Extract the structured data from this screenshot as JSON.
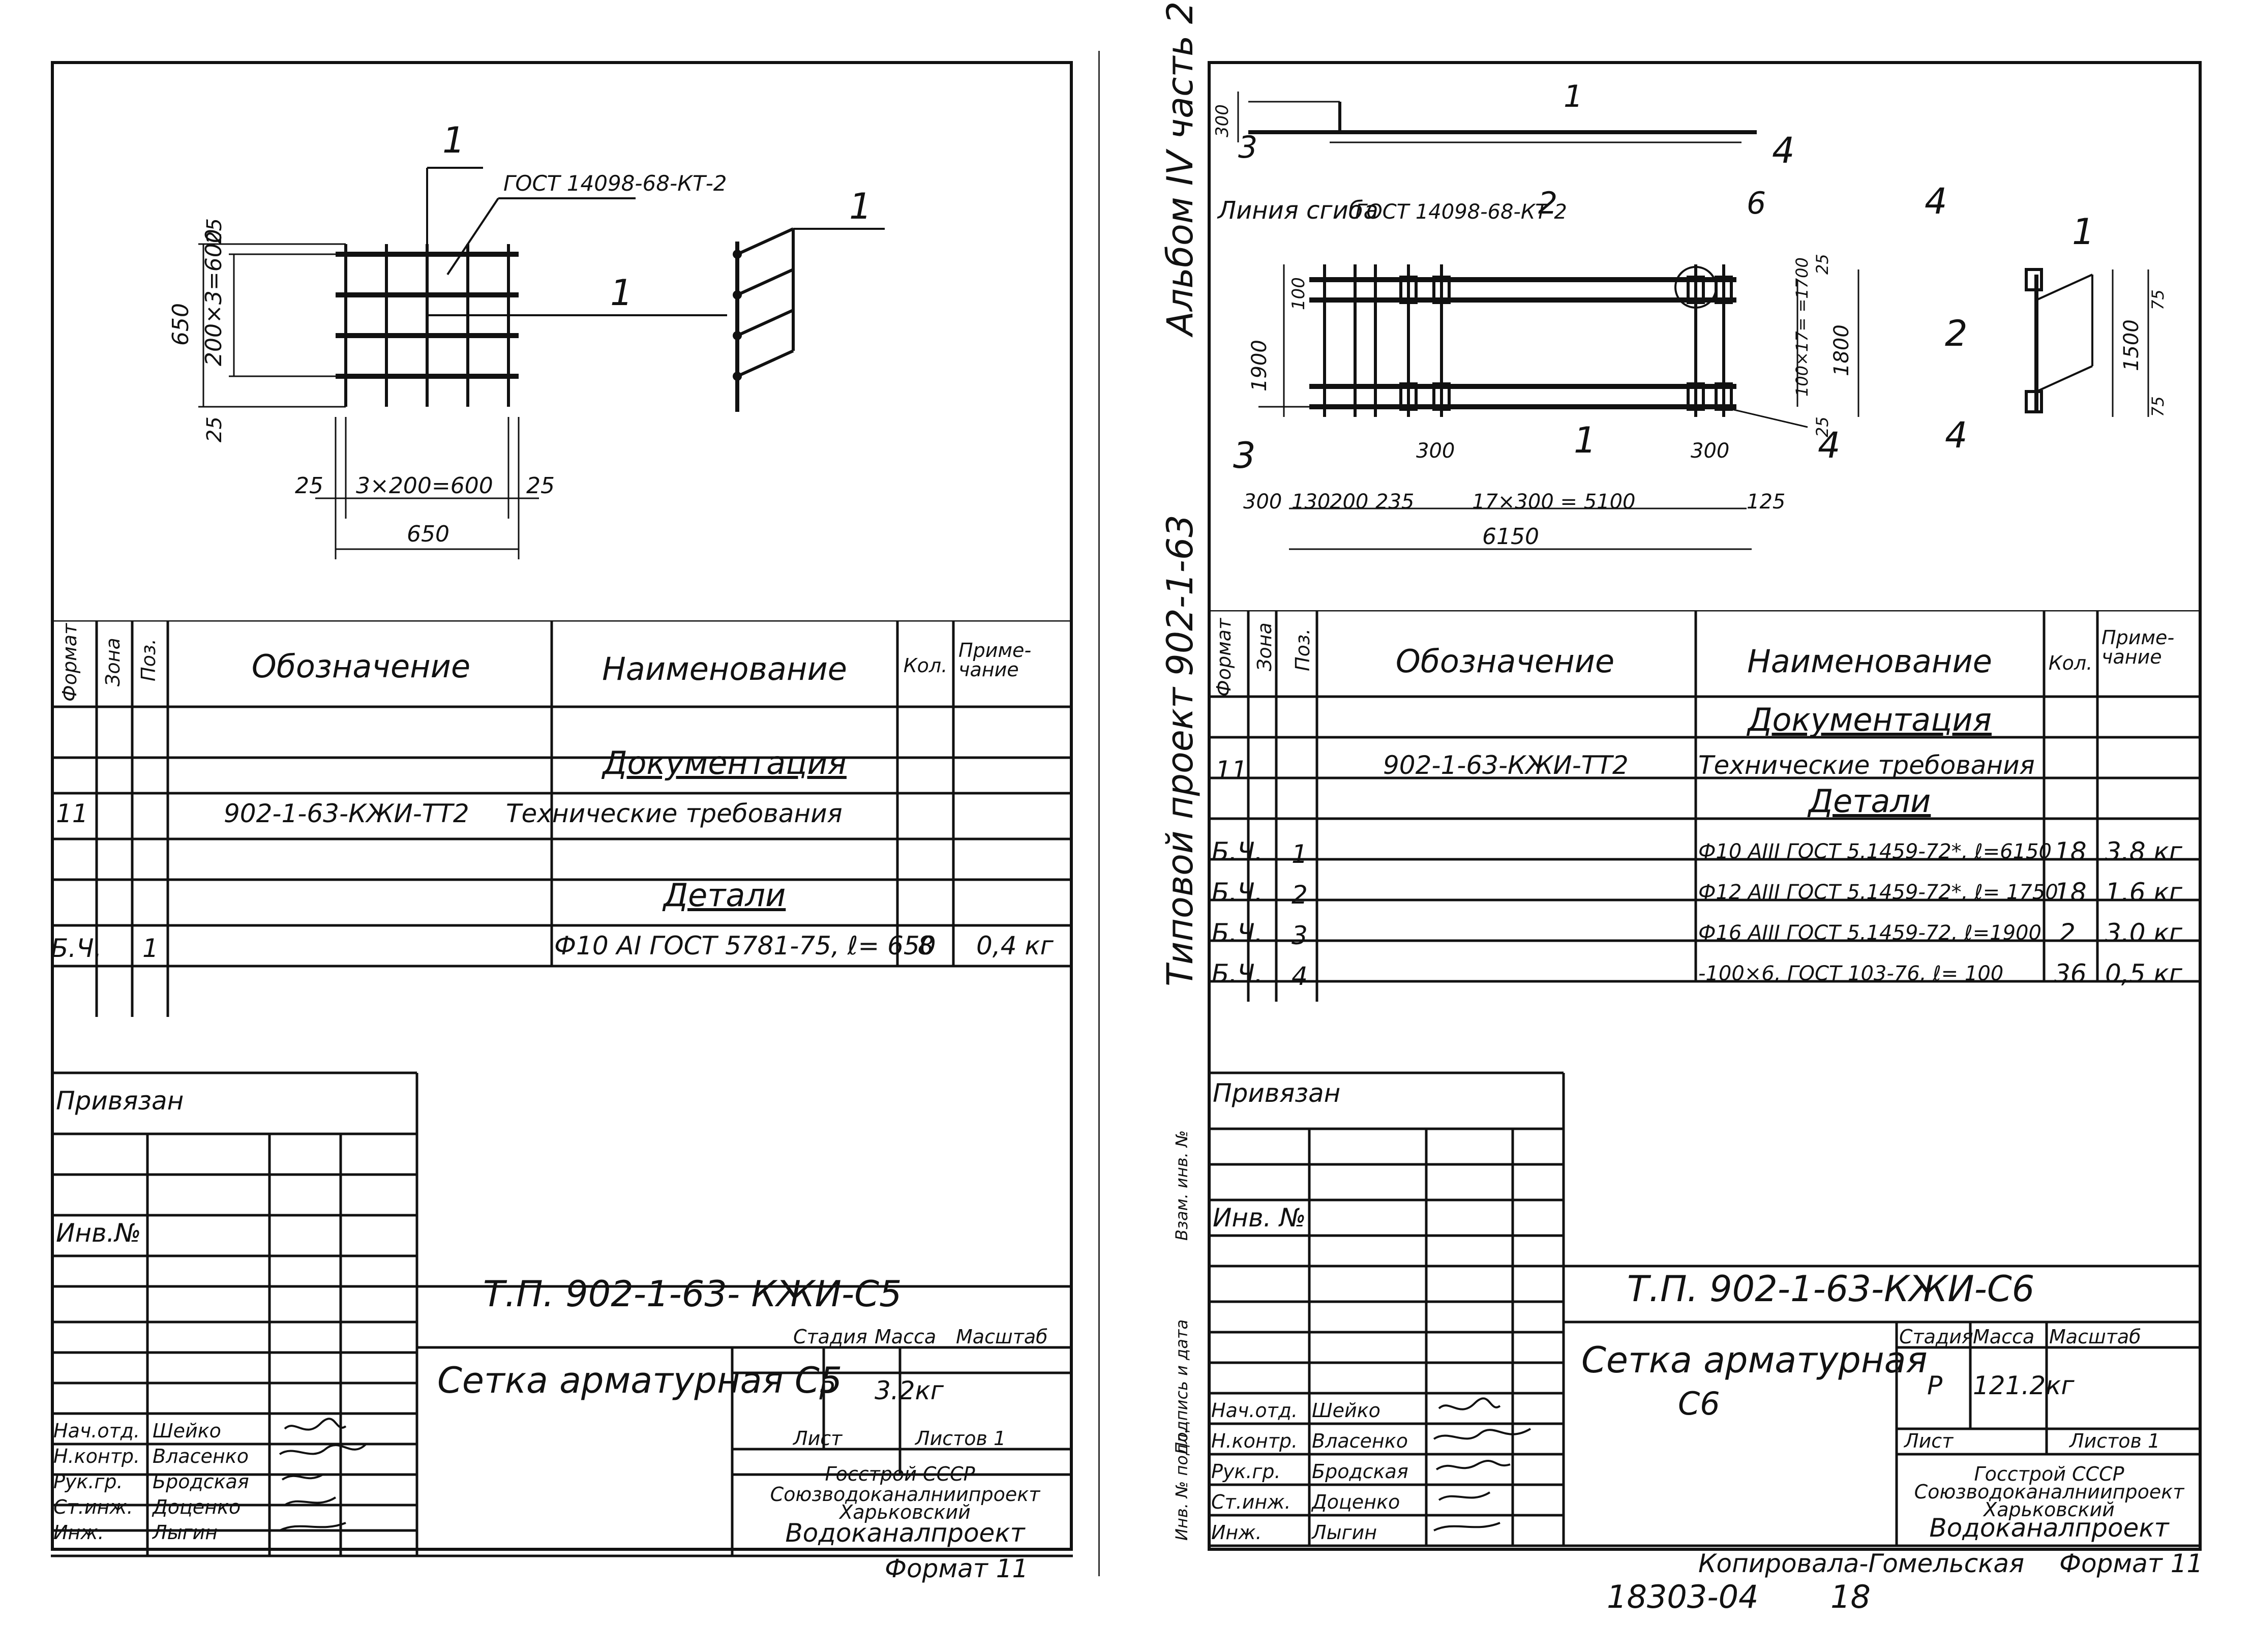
{
  "sheet_left": {
    "drawing": {
      "mark_label": "1",
      "gost_label": "ГОСТ 14098-68-КТ-2",
      "dim_total_h": "650",
      "dim_inner_h": "200×3=600",
      "dim_top": "25",
      "dim_bottom": "25",
      "dim_left": "25",
      "dim_inner_w": "3×200=600",
      "dim_right": "25",
      "dim_total_w": "650"
    },
    "spec": {
      "headers": [
        "Формат",
        "Зона",
        "Поз.",
        "Обозначение",
        "Наименование",
        "Кол.",
        "Приме-чание"
      ],
      "section_docs": "Документация",
      "section_details": "Детали",
      "rows": [
        {
          "format": "11",
          "zone": "",
          "pos": "",
          "designation": "902-1-63-КЖИ-ТТ2",
          "name": "Технические требования",
          "qty": "",
          "note": ""
        },
        {
          "format": "Б.Ч.",
          "zone": "",
          "pos": "1",
          "designation": "",
          "name": "Ф10 АI ГОСТ 5781-75, ℓ= 650",
          "qty": "8",
          "note": "0,4 кг"
        }
      ]
    },
    "stamp": {
      "attached": "Привязан",
      "inv_no": "Инв.№",
      "code": "Т.П. 902-1-63- КЖИ-С5",
      "title": "Сетка арматурная С5",
      "stage_label": "Стадия",
      "mass_label": "Масса",
      "scale_label": "Масштаб",
      "stage": "Р",
      "mass": "3.2кг",
      "sheet_label": "Лист",
      "sheets_label": "Листов 1",
      "org1": "Госстрой СССР",
      "org2": "Союзводоканалниипроект",
      "org3": "Харьковский",
      "org4": "Водоканалпроект",
      "people": [
        {
          "role": "Нач.отд.",
          "name": "Шейко"
        },
        {
          "role": "Н.контр.",
          "name": "Власенко"
        },
        {
          "role": "Рук.гр.",
          "name": "Бродская"
        },
        {
          "role": "Ст.инж.",
          "name": "Доценко"
        },
        {
          "role": "Инж.",
          "name": "Лыгин"
        }
      ],
      "format": "Формат 11"
    }
  },
  "sheet_right": {
    "album": "Альбом IV часть 2",
    "project": "Типовой проект 902-1-63",
    "drawing": {
      "fold_line": "Линия сгиба",
      "gost_label": "ГОСТ 14098-68-КТ 2",
      "marks": [
        "1",
        "2",
        "3",
        "4",
        "6"
      ],
      "dims_bottom": [
        "300",
        "130",
        "200",
        "235",
        "17×300 = 5100",
        "125"
      ],
      "dim_300a": "300",
      "dim_300b": "300",
      "dim_total": "6150",
      "dim_1900": "1900",
      "dim_100": "100",
      "dim_300_top": "300",
      "dim_1800": "1800",
      "dim_1700": "100×17= =1700",
      "dim_25a": "25",
      "dim_25b": "25",
      "dim_1500": "1500",
      "dim_75a": "75",
      "dim_75b": "75"
    },
    "spec": {
      "headers": [
        "Формат",
        "Зона",
        "Поз.",
        "Обозначение",
        "Наименование",
        "Кол.",
        "Приме-чание"
      ],
      "section_docs": "Документация",
      "section_details": "Детали",
      "rows": [
        {
          "format": "11",
          "pos": "",
          "designation": "902-1-63-КЖИ-ТТ2",
          "name": "Технические требования",
          "qty": "",
          "note": ""
        },
        {
          "format": "Б.Ч.",
          "pos": "1",
          "designation": "",
          "name": "Ф10 АIII ГОСТ 5.1459-72*, ℓ=6150",
          "qty": "18",
          "note": "3.8 кг"
        },
        {
          "format": "Б.Ч.",
          "pos": "2",
          "designation": "",
          "name": "Ф12 АIII ГОСТ 5.1459-72*, ℓ= 1750",
          "qty": "18",
          "note": "1.6 кг"
        },
        {
          "format": "Б.Ч.",
          "pos": "3",
          "designation": "",
          "name": "Ф16 АIII ГОСТ 5.1459-72, ℓ=1900",
          "qty": "2",
          "note": "3.0 кг"
        },
        {
          "format": "Б.Ч.",
          "pos": "4",
          "designation": "",
          "name": "-100×6, ГОСТ 103-76, ℓ= 100",
          "qty": "36",
          "note": "0,5 кг"
        }
      ]
    },
    "stamp": {
      "vert1": "Взам. инв. №",
      "vert2": "Подпись и дата",
      "vert3": "Инв. № подл.",
      "attached": "Привязан",
      "inv_no": "Инв. №",
      "code": "Т.П. 902-1-63-КЖИ-С6",
      "title1": "Сетка арматурная",
      "title2": "С6",
      "stage_label": "Стадия",
      "mass_label": "Масса",
      "scale_label": "Масштаб",
      "stage": "Р",
      "mass": "121.2кг",
      "sheet_label": "Лист",
      "sheets_label": "Листов 1",
      "org1": "Госстрой СССР",
      "org2": "Союзводоканалниипроект",
      "org3": "Харьковский",
      "org4": "Водоканалпроект",
      "people": [
        {
          "role": "Нач.отд.",
          "name": "Шейко"
        },
        {
          "role": "Н.контр.",
          "name": "Власенко"
        },
        {
          "role": "Рук.гр.",
          "name": "Бродская"
        },
        {
          "role": "Ст.инж.",
          "name": "Доценко"
        },
        {
          "role": "Инж.",
          "name": "Лыгин"
        }
      ],
      "format": "Формат 11"
    }
  },
  "footer": {
    "copied": "Копировала-Гомельская",
    "number": "18303-04",
    "page": "18"
  }
}
